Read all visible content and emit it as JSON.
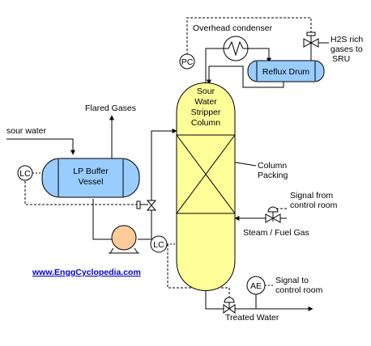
{
  "labels": {
    "overhead_condenser": "Overhead condenser",
    "h2s_line1": "H2S rich",
    "h2s_line2": "gases to",
    "h2s_line3": "SRU",
    "reflux_drum": "Reflux Drum",
    "pc": "PC",
    "column_line1": "Sour",
    "column_line2": "Water",
    "column_line3": "Stripper",
    "column_line4": "Column",
    "flared_gases": "Flared Gases",
    "sour_water": "sour water",
    "lc_buffer": "LC",
    "buffer_line1": "LP Buffer",
    "buffer_line2": "Vessel",
    "column_packing_line1": "Column",
    "column_packing_line2": "Packing",
    "signal_from_line1": "Signal from",
    "signal_from_line2": "control room",
    "steam_fuel_gas": "Steam / Fuel Gas",
    "lc_column": "LC",
    "website": "www.EnggCyclopedia.com",
    "ae": "AE",
    "signal_to_line1": "Signal to",
    "signal_to_line2": "control room",
    "treated_water": "Treated Water"
  },
  "colors": {
    "column_fill": "#ffff99",
    "vessel_fill": "#99ccff",
    "pump_fill": "#ffcc99",
    "link": "#0000cc"
  }
}
